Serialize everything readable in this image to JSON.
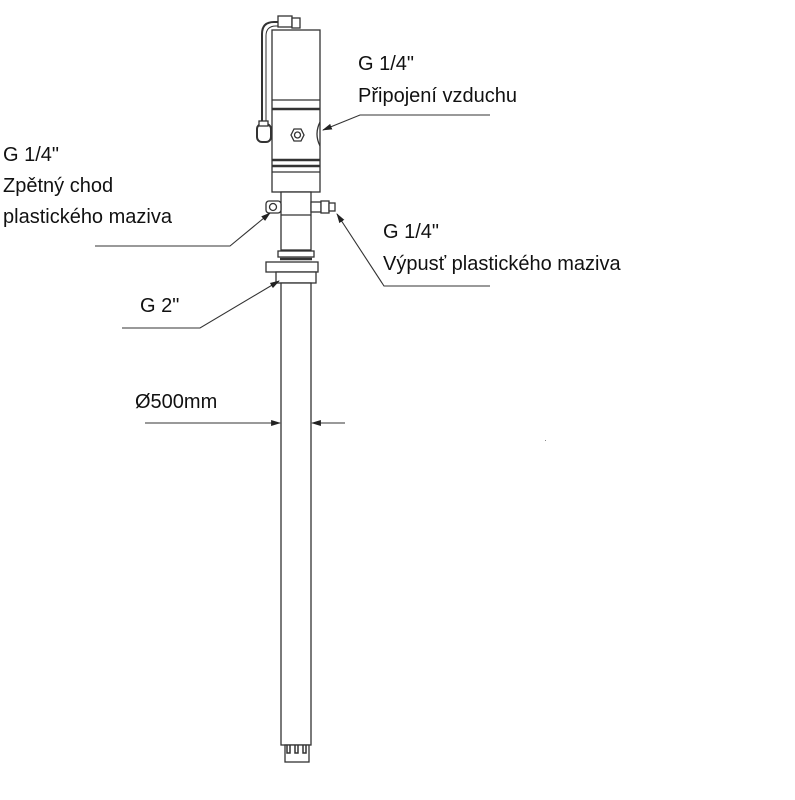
{
  "labels": {
    "air_connection": {
      "size": "G 1/4\"",
      "name": "Připojení vzduchu"
    },
    "grease_return": {
      "size": "G 1/4\"",
      "line1": "Zpětný chod",
      "line2": "plastického maziva"
    },
    "grease_outlet": {
      "size": "G 1/4\"",
      "name": "Výpusť plastického maziva"
    },
    "bung": {
      "size": "G 2\""
    },
    "diameter": {
      "text": "Ø500mm"
    }
  }
}
